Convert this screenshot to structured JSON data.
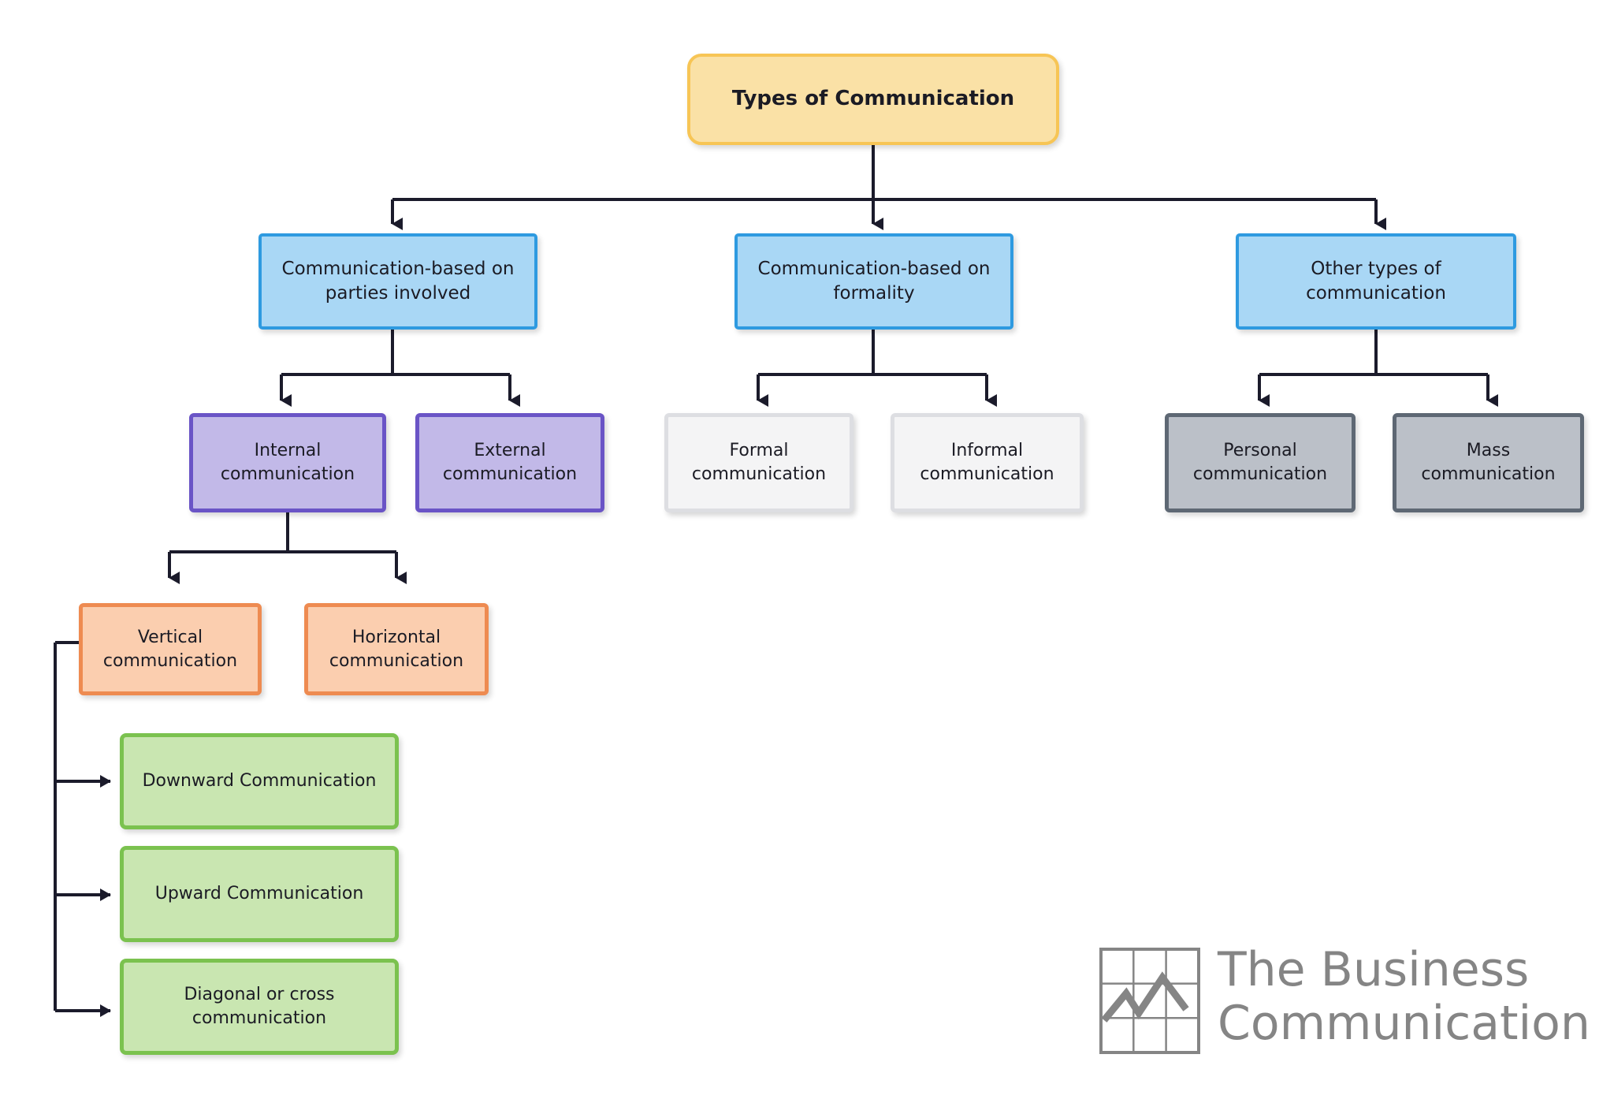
{
  "diagram": {
    "title": "Types of Communication",
    "type": "hierarchy-tree",
    "background_color": "#ffffff",
    "connector_color": "#1B1B2B",
    "levels": [
      {
        "level": 1,
        "nodes": [
          {
            "id": "root",
            "label": "Types of Communication",
            "style": "amber"
          }
        ]
      },
      {
        "level": 2,
        "nodes": [
          {
            "id": "parties",
            "label": "Communication-based on\nparties involved",
            "style": "blue"
          },
          {
            "id": "formality",
            "label": "Communication-based on\nformality",
            "style": "blue"
          },
          {
            "id": "other",
            "label": "Other types of\ncommunication",
            "style": "blue"
          }
        ]
      },
      {
        "level": 3,
        "nodes": [
          {
            "id": "internal",
            "label": "Internal\ncommunication",
            "style": "purple"
          },
          {
            "id": "external",
            "label": "External\ncommunication",
            "style": "purple"
          },
          {
            "id": "formal",
            "label": "Formal\ncommunication",
            "style": "plain"
          },
          {
            "id": "informal",
            "label": "Informal\ncommunication",
            "style": "plain"
          },
          {
            "id": "personal",
            "label": "Personal\ncommunication",
            "style": "gray"
          },
          {
            "id": "mass",
            "label": "Mass\ncommunication",
            "style": "gray"
          }
        ]
      },
      {
        "level": 4,
        "nodes": [
          {
            "id": "vertical",
            "label": "Vertical\ncommunication",
            "style": "orange"
          },
          {
            "id": "horizontal",
            "label": "Horizontal\ncommunication",
            "style": "orange"
          }
        ]
      },
      {
        "level": 5,
        "nodes": [
          {
            "id": "downward",
            "label": "Downward Communication",
            "style": "green"
          },
          {
            "id": "upward",
            "label": "Upward Communication",
            "style": "green"
          },
          {
            "id": "diagonal",
            "label": "Diagonal or cross\ncommunication",
            "style": "green"
          }
        ]
      }
    ],
    "edges": [
      {
        "from": "root",
        "to": "parties"
      },
      {
        "from": "root",
        "to": "formality"
      },
      {
        "from": "root",
        "to": "other"
      },
      {
        "from": "parties",
        "to": "internal"
      },
      {
        "from": "parties",
        "to": "external"
      },
      {
        "from": "formality",
        "to": "formal"
      },
      {
        "from": "formality",
        "to": "informal"
      },
      {
        "from": "other",
        "to": "personal"
      },
      {
        "from": "other",
        "to": "mass"
      },
      {
        "from": "internal",
        "to": "vertical"
      },
      {
        "from": "internal",
        "to": "horizontal"
      },
      {
        "from": "vertical",
        "to": "downward"
      },
      {
        "from": "vertical",
        "to": "upward"
      },
      {
        "from": "vertical",
        "to": "diagonal"
      }
    ],
    "palette": {
      "amber_fill": "#FAE1A6",
      "amber_border": "#F7C555",
      "blue_fill": "#A9D7F5",
      "blue_border": "#2E9AE0",
      "purple_fill": "#C2B9E8",
      "purple_border": "#6A54C6",
      "plain_fill": "#F4F4F5",
      "plain_border": "#DDDEE2",
      "gray_fill": "#BBC0C8",
      "gray_border": "#5E6874",
      "orange_fill": "#FBCEAF",
      "orange_border": "#EE8B51",
      "green_fill": "#C9E6B1",
      "green_border": "#7BC24F"
    }
  },
  "logo": {
    "line1": "The Business",
    "line2": "Communication",
    "color": "#858585",
    "mark": "chart-grid-icon"
  }
}
